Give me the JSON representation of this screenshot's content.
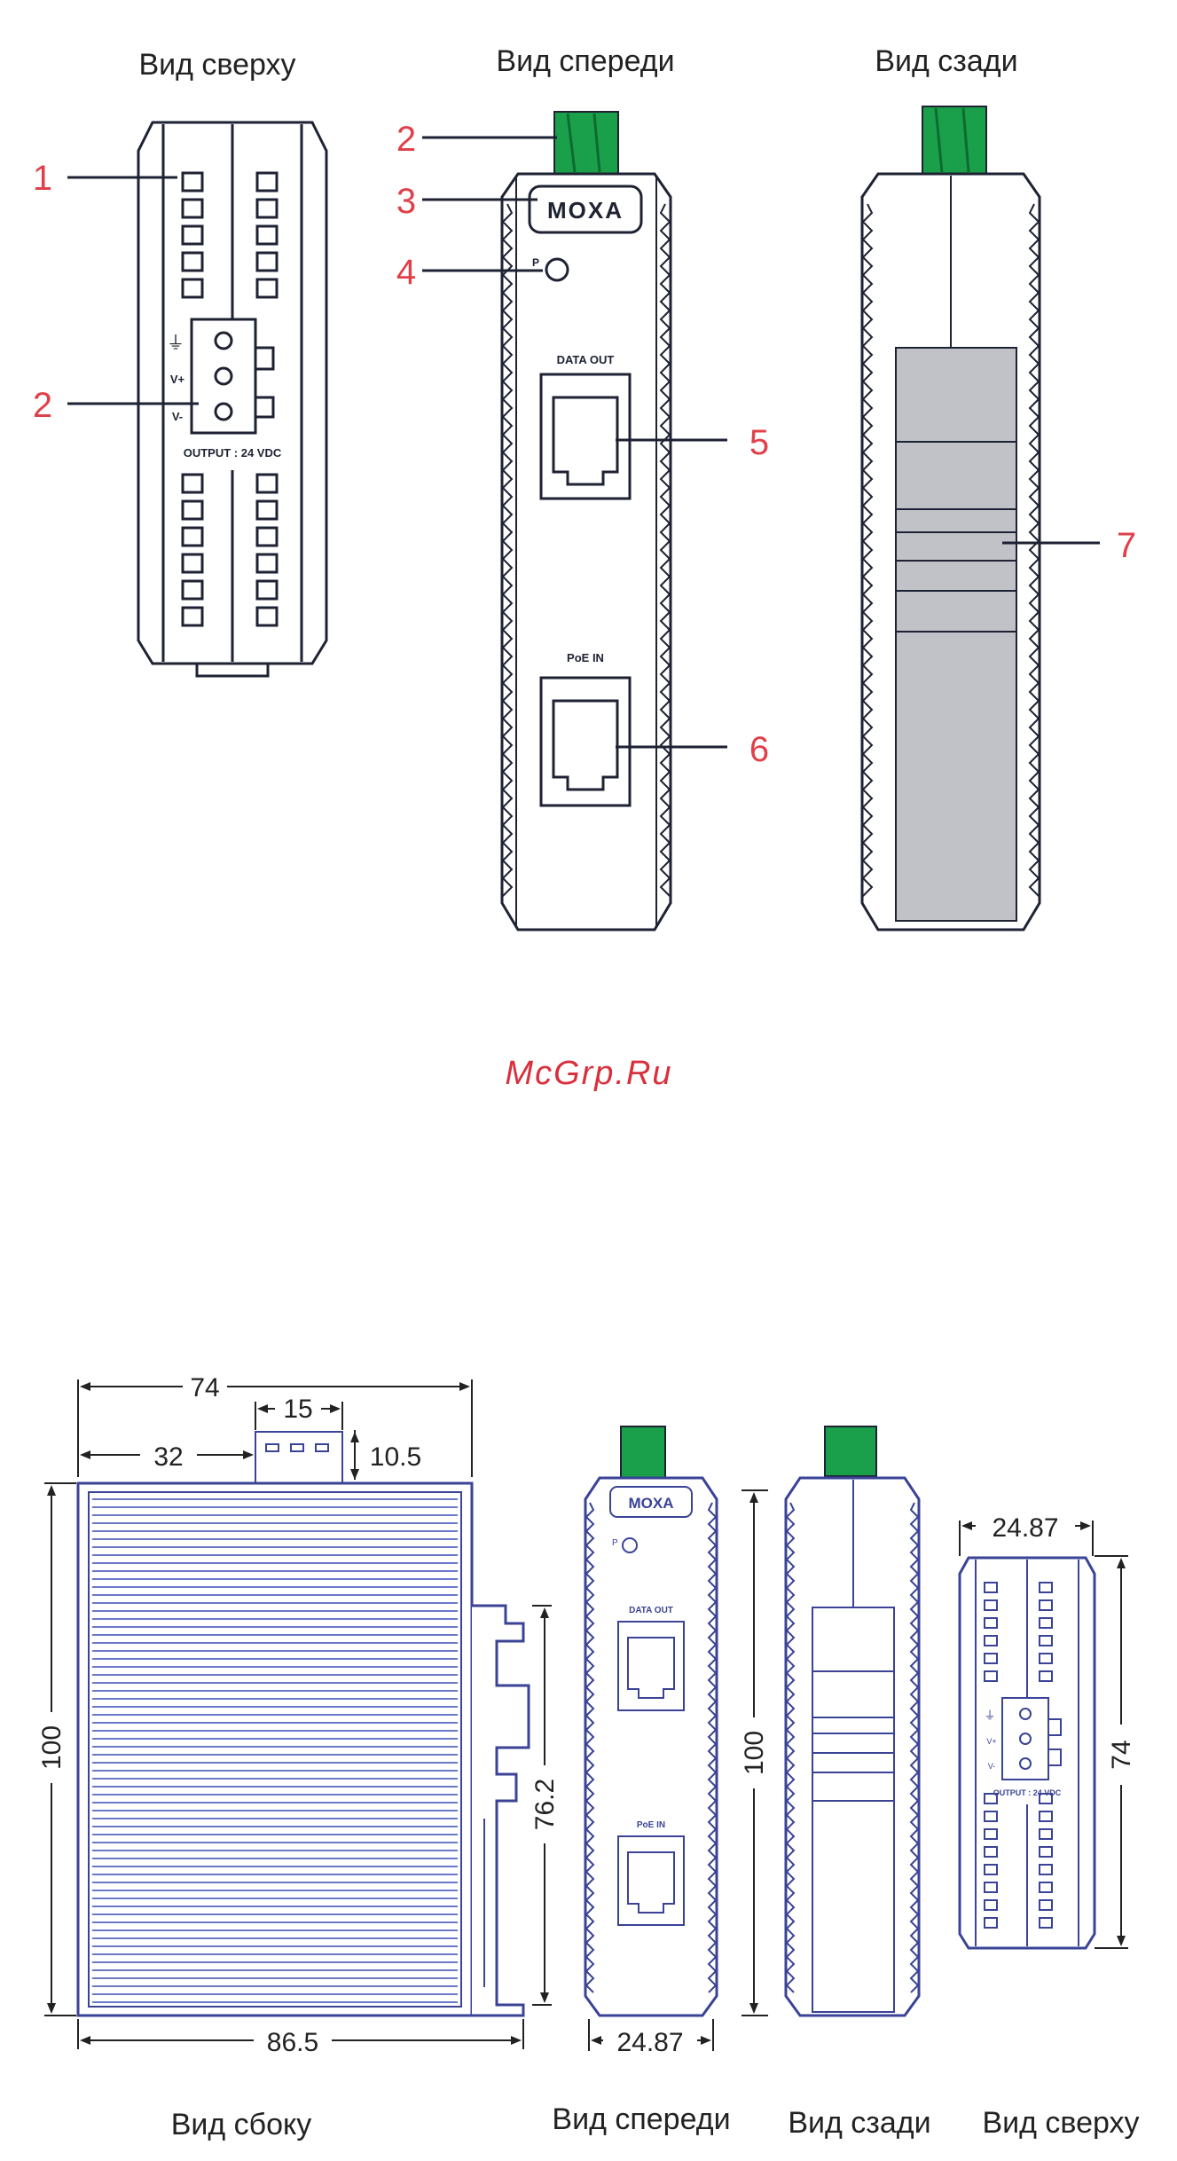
{
  "views_top": {
    "top_view": "Вид сверху",
    "front_view": "Вид спереди",
    "rear_view": "Вид сзади"
  },
  "callouts": {
    "c1": "1",
    "c2a": "2",
    "c2b": "2",
    "c3": "3",
    "c4": "4",
    "c5": "5",
    "c6": "6",
    "c7": "7"
  },
  "device": {
    "brand": "MOXA",
    "led": "P",
    "port_data_out": "DATA OUT",
    "port_poe_in": "PoE IN",
    "term_ground": "⏚",
    "term_vplus": "V+",
    "term_vminus": "V-",
    "output_label": "OUTPUT : 24 VDC"
  },
  "watermark": "McGrp.Ru",
  "dimensions": {
    "width_top": "74",
    "connector_width": "15",
    "connector_offset": "32",
    "connector_height": "10.5",
    "side_height": "100",
    "rail_height": "76.2",
    "side_depth": "86.5",
    "front_height": "100",
    "front_width": "24.87",
    "top_width": "24.87",
    "top_length": "74"
  },
  "views_bottom": {
    "side_view": "Вид сбоку",
    "front_view": "Вид спереди",
    "rear_view": "Вид сзади",
    "top_view": "Вид сверху"
  },
  "colors": {
    "callout": "#e0404a",
    "outline": "#1e2233",
    "drawing_blue": "#3a4396",
    "green": "#1aa04a",
    "grey_panel": "#c0c2c8",
    "fin_blue": "#6a78c8"
  }
}
